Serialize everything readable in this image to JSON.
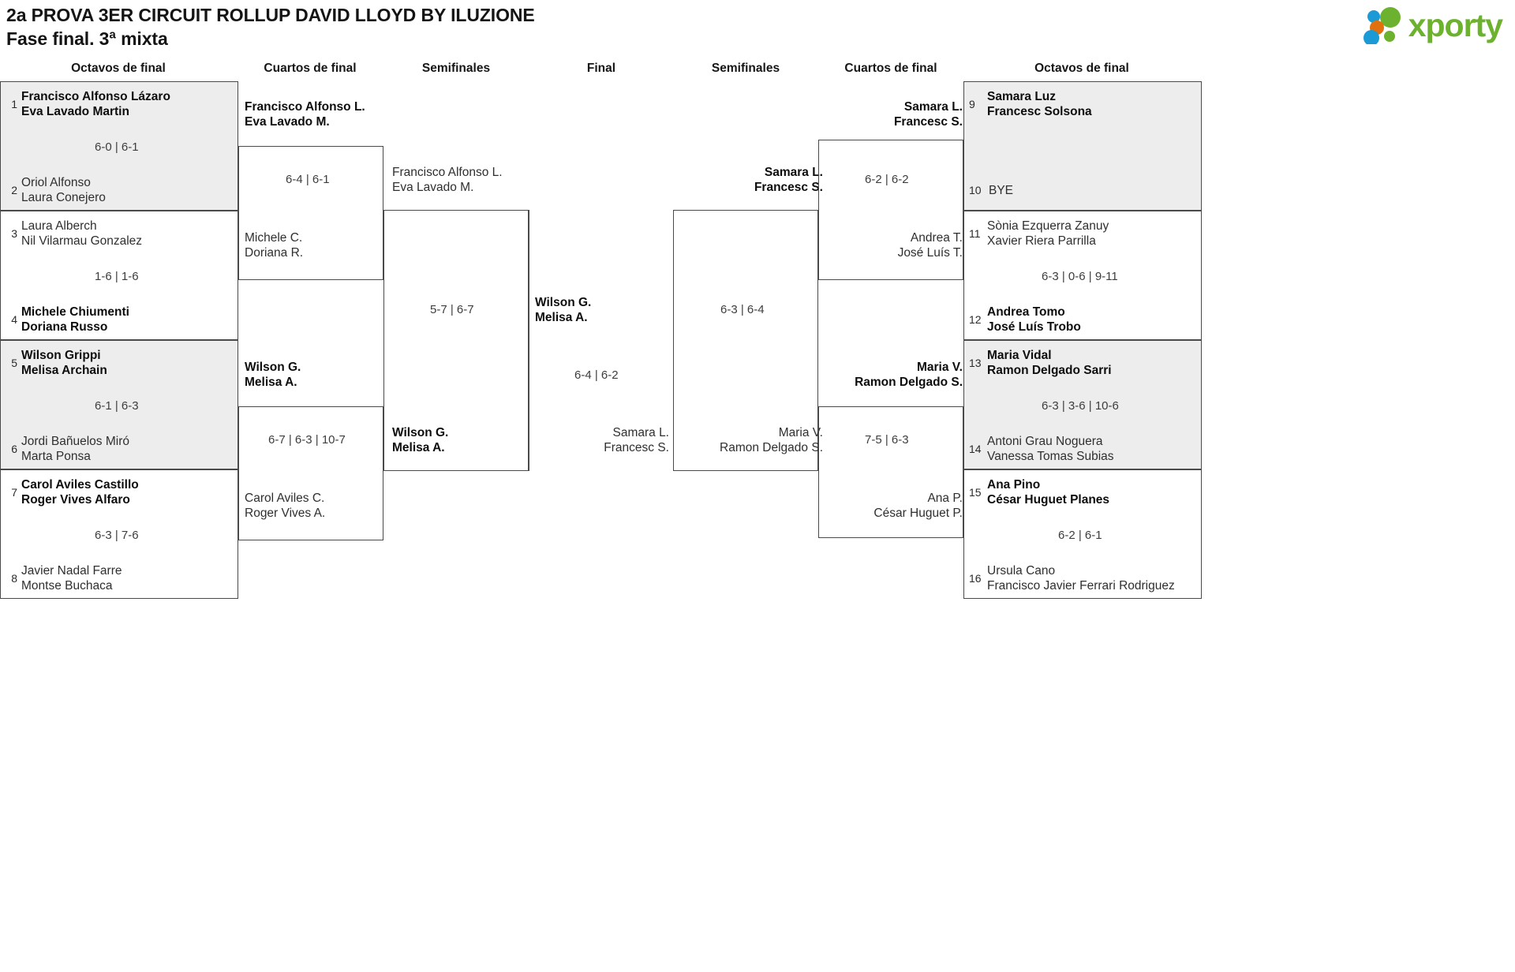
{
  "header": {
    "title": "2a PROVA 3ER CIRCUIT ROLLUP DAVID LLOYD BY ILUZIONE",
    "subtitle": "Fase final. 3ª mixta",
    "logo_text": "xporty",
    "logo_colors": {
      "green": "#6cb22e",
      "blue": "#1b9ad6",
      "orange": "#e2700d"
    }
  },
  "round_headers": {
    "left_r16": "Octavos de final",
    "left_qf": "Cuartos de final",
    "left_sf": "Semifinales",
    "final": "Final",
    "right_sf": "Semifinales",
    "right_qf": "Cuartos de final",
    "right_r16": "Octavos de final"
  },
  "left_r16": [
    {
      "seed_top": "1",
      "seed_bottom": "2",
      "top": {
        "l1": "Francisco Alfonso Lázaro",
        "l2": "Eva Lavado Martin",
        "winner": true
      },
      "bottom": {
        "l1": "Oriol Alfonso",
        "l2": "Laura Conejero",
        "winner": false
      },
      "score": "6-0 | 6-1",
      "shaded": true
    },
    {
      "seed_top": "3",
      "seed_bottom": "4",
      "top": {
        "l1": "Laura Alberch",
        "l2": "Nil Vilarmau Gonzalez",
        "winner": false
      },
      "bottom": {
        "l1": "Michele Chiumenti",
        "l2": "Doriana Russo",
        "winner": true
      },
      "score": "1-6 | 1-6",
      "shaded": false
    },
    {
      "seed_top": "5",
      "seed_bottom": "6",
      "top": {
        "l1": "Wilson Grippi",
        "l2": "Melisa Archain",
        "winner": true
      },
      "bottom": {
        "l1": "Jordi Bañuelos Miró",
        "l2": "Marta Ponsa",
        "winner": false
      },
      "score": "6-1 | 6-3",
      "shaded": true
    },
    {
      "seed_top": "7",
      "seed_bottom": "8",
      "top": {
        "l1": "Carol Aviles Castillo",
        "l2": "Roger Vives Alfaro",
        "winner": true
      },
      "bottom": {
        "l1": "Javier Nadal Farre",
        "l2": "Montse Buchaca",
        "winner": false
      },
      "score": "6-3 | 7-6",
      "shaded": false
    }
  ],
  "right_r16": [
    {
      "seed_top": "9",
      "seed_bottom": "10",
      "top": {
        "l1": "Samara Luz",
        "l2": "Francesc Solsona",
        "winner": true
      },
      "bottom": {
        "l1": "BYE",
        "l2": "",
        "winner": false
      },
      "score": "",
      "shaded": true
    },
    {
      "seed_top": "11",
      "seed_bottom": "12",
      "top": {
        "l1": "Sònia Ezquerra Zanuy",
        "l2": "Xavier Riera Parrilla",
        "winner": false
      },
      "bottom": {
        "l1": "Andrea Tomo",
        "l2": "José Luís Trobo",
        "winner": true
      },
      "score": "6-3 | 0-6 | 9-11",
      "shaded": false
    },
    {
      "seed_top": "13",
      "seed_bottom": "14",
      "top": {
        "l1": "Maria Vidal",
        "l2": "Ramon Delgado Sarri",
        "winner": true
      },
      "bottom": {
        "l1": "Antoni Grau Noguera",
        "l2": "Vanessa Tomas Subias",
        "winner": false
      },
      "score": "6-3 | 3-6 | 10-6",
      "shaded": true
    },
    {
      "seed_top": "15",
      "seed_bottom": "16",
      "top": {
        "l1": "Ana Pino",
        "l2": "César Huguet Planes",
        "winner": true
      },
      "bottom": {
        "l1": "Ursula Cano",
        "l2": "Francisco Javier Ferrari Rodriguez",
        "winner": false
      },
      "score": "6-2 | 6-1",
      "shaded": false
    }
  ],
  "left_qf": [
    {
      "top": {
        "l1": "Francisco Alfonso L.",
        "l2": "Eva Lavado M.",
        "winner": true
      },
      "bottom": {
        "l1": "Michele C.",
        "l2": "Doriana R.",
        "winner": false
      },
      "score": "6-4 | 6-1"
    },
    {
      "top": {
        "l1": "Wilson G.",
        "l2": "Melisa A.",
        "winner": true
      },
      "bottom": {
        "l1": "Carol Aviles C.",
        "l2": "Roger Vives A.",
        "winner": false
      },
      "score": "6-7 | 6-3 | 10-7"
    }
  ],
  "right_qf": [
    {
      "top": {
        "l1": "Samara L.",
        "l2": "Francesc S.",
        "winner": true
      },
      "bottom": {
        "l1": "Andrea T.",
        "l2": "José Luís T.",
        "winner": false
      },
      "score": "6-2 | 6-2"
    },
    {
      "top": {
        "l1": "Maria V.",
        "l2": "Ramon Delgado S.",
        "winner": true
      },
      "bottom": {
        "l1": "Ana P.",
        "l2": "César Huguet P.",
        "winner": false
      },
      "score": "7-5 | 6-3"
    }
  ],
  "left_sf": {
    "top": {
      "l1": "Francisco Alfonso L.",
      "l2": "Eva Lavado M.",
      "winner": false
    },
    "bottom": {
      "l1": "Wilson G.",
      "l2": "Melisa A.",
      "winner": true
    },
    "score": "5-7 | 6-7"
  },
  "right_sf": {
    "top": {
      "l1": "Samara L.",
      "l2": "Francesc S.",
      "winner": true
    },
    "bottom": {
      "l1": "Maria V.",
      "l2": "Ramon Delgado S.",
      "winner": false
    },
    "score": "6-3 | 6-4"
  },
  "final": {
    "top": {
      "l1": "Wilson G.",
      "l2": "Melisa A.",
      "winner": true
    },
    "bottom": {
      "l1": "Samara L.",
      "l2": "Francesc S.",
      "winner": false
    },
    "score": "6-4 | 6-2"
  }
}
